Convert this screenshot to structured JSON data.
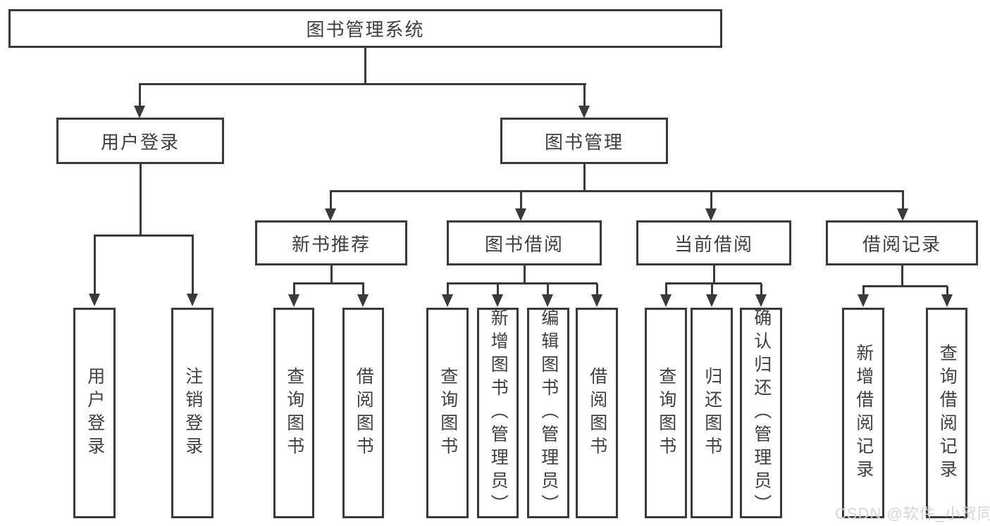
{
  "diagram_title": "图书管理系统",
  "nodes": {
    "l1": [
      {
        "label": "图书管理系统"
      }
    ],
    "l2": [
      {
        "label": "用户登录"
      },
      {
        "label": "图书管理"
      }
    ],
    "l3": [
      {
        "label": "新书推荐"
      },
      {
        "label": "图书借阅"
      },
      {
        "label": "当前借阅"
      },
      {
        "label": "借阅记录"
      }
    ],
    "l4": [
      {
        "label": "用户登录"
      },
      {
        "label": "注销登录"
      },
      {
        "label": "查询图书"
      },
      {
        "label": "借阅图书"
      },
      {
        "label": "查询图书"
      },
      {
        "label": "新增图书（管理员）"
      },
      {
        "label": "编辑图书（管理员）"
      },
      {
        "label": "借阅图书"
      },
      {
        "label": "查询图书"
      },
      {
        "label": "归还图书"
      },
      {
        "label": "确认归还（管理员）"
      },
      {
        "label": "新增借阅记录"
      },
      {
        "label": "查询借阅记录"
      }
    ]
  },
  "watermark": "CSDN @软件_小贺同学",
  "colors": {
    "line": "#3a3a3a",
    "text": "#3f3f3f",
    "background": "#ffffff",
    "watermark": "#d0d5da"
  }
}
